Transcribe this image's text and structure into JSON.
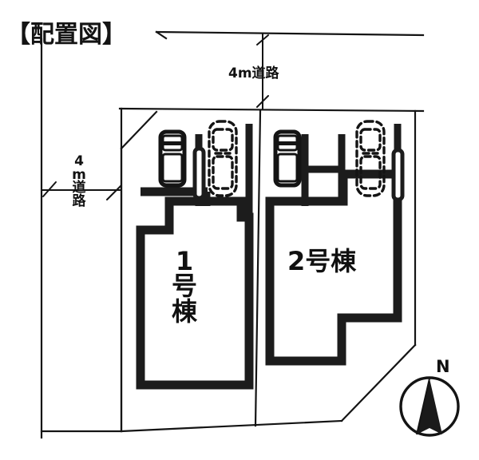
{
  "document": {
    "title": "【配置図】",
    "type": "site-plan"
  },
  "roads": {
    "top": {
      "label": "4m道路",
      "width_m": 4,
      "position": "north"
    },
    "left": {
      "label": "4\nm\n道\n路",
      "label_plain": "4m道路",
      "width_m": 4,
      "position": "west"
    }
  },
  "buildings": [
    {
      "id": 1,
      "label": "1号棟",
      "orientation": "vertical",
      "parking_spaces": 2
    },
    {
      "id": 2,
      "label": "2号棟",
      "orientation": "horizontal",
      "parking_spaces": 2
    }
  ],
  "compass": {
    "label": "N",
    "direction": "north"
  },
  "colors": {
    "ink": "#111111",
    "wall": "#1c1c1c",
    "boundary": "#141414",
    "background": "#ffffff"
  },
  "legend": {
    "car_solid": "car-solid-icon",
    "car_dashed": "car-dashed-icon"
  }
}
